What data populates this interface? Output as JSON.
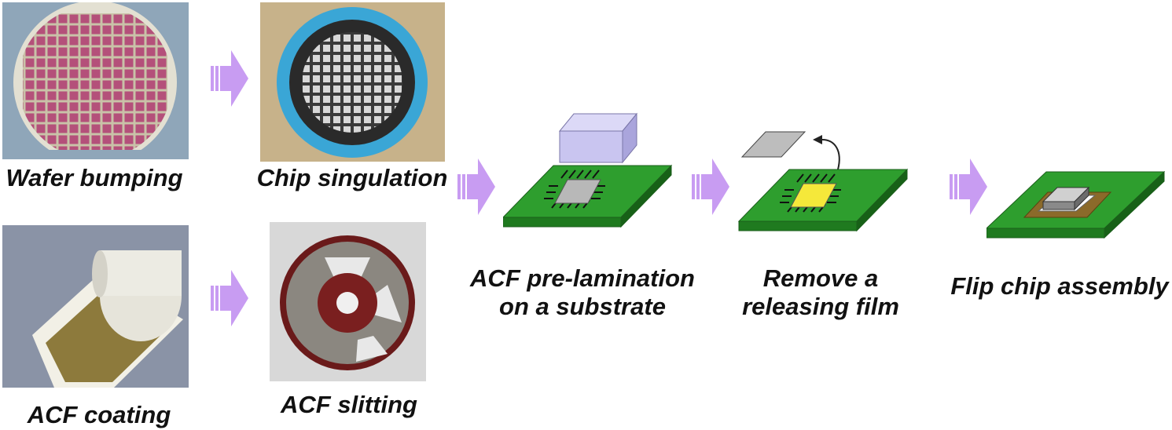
{
  "steps": {
    "wafer_bumping": "Wafer bumping",
    "chip_singulation": "Chip singulation",
    "acf_coating": "ACF coating",
    "acf_slitting": "ACF slitting",
    "acf_prelamination_line1": "ACF pre-lamination",
    "acf_prelamination_line2": "on a substrate",
    "remove_film_line1": "Remove a",
    "remove_film_line2": "releasing film",
    "flip_chip_assembly": "Flip chip assembly"
  },
  "colors": {
    "arrow": "#c89cf2",
    "substrate_green": "#2e9e2e",
    "chip_grey": "#b8b8b8",
    "acf_yellow": "#f5e83a",
    "bonding_head": "#c9c5f0"
  }
}
